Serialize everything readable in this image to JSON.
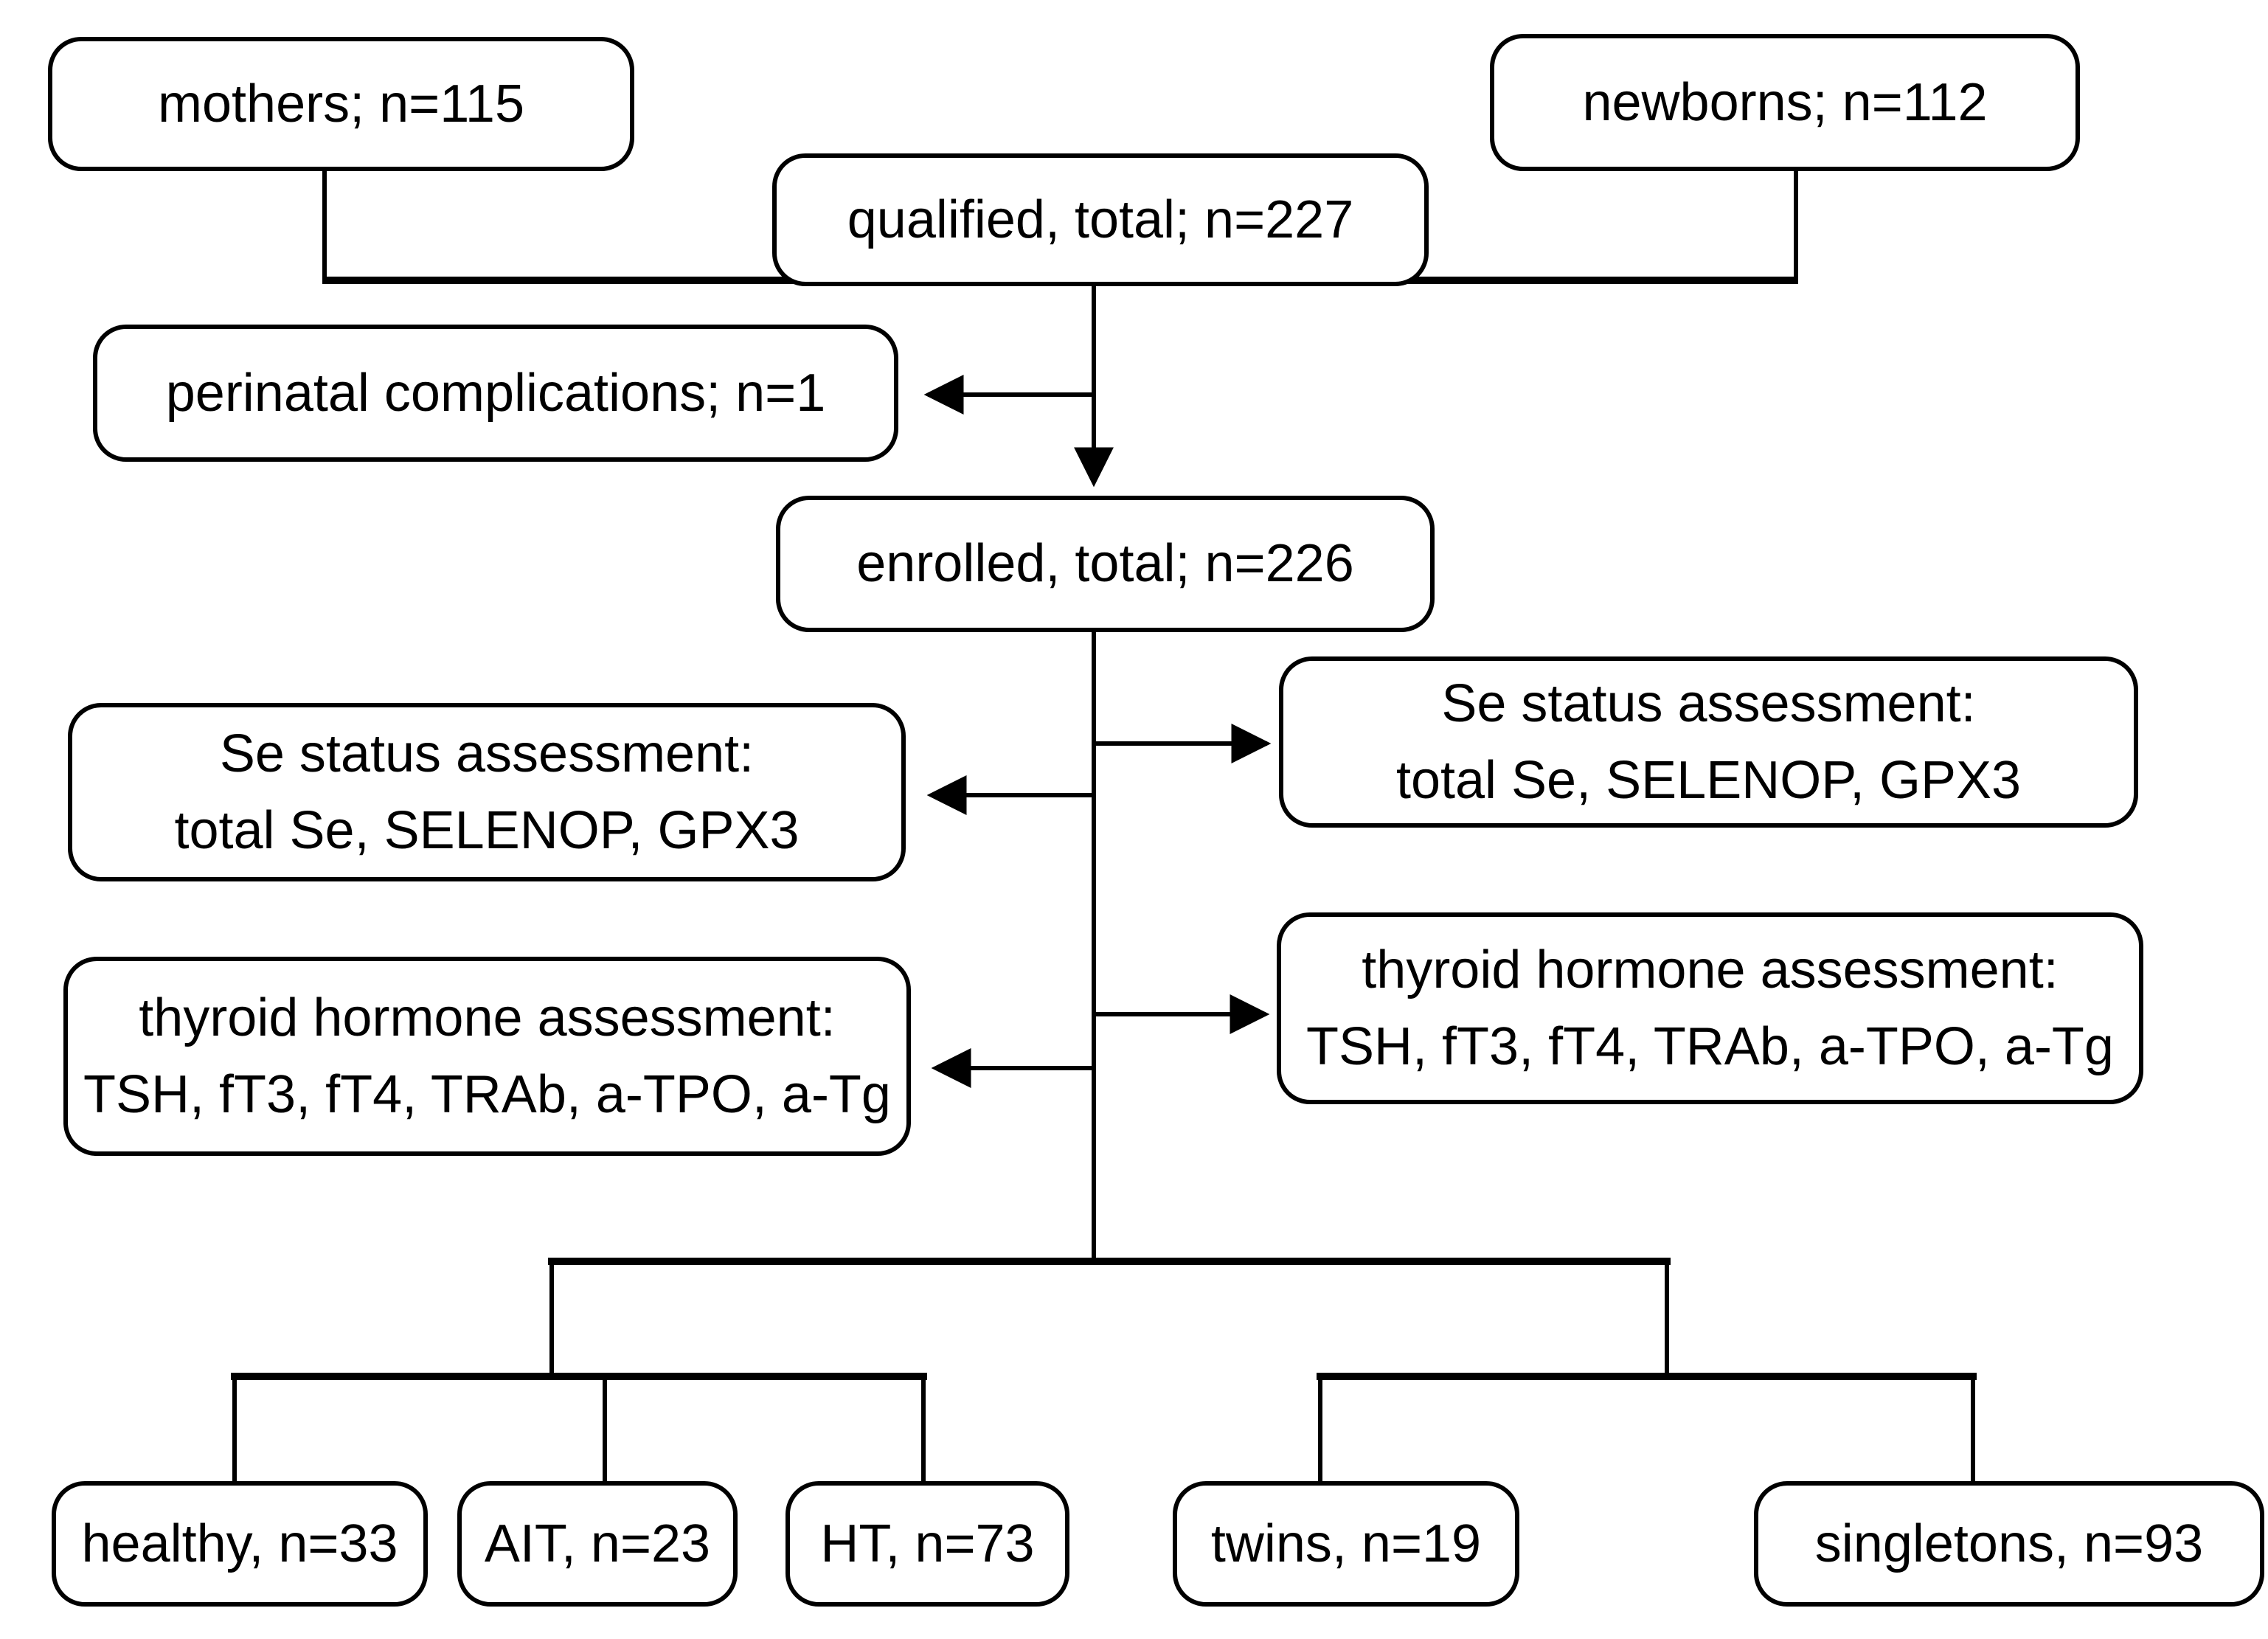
{
  "flowchart": {
    "colors": {
      "stroke": "#000000",
      "background": "#ffffff",
      "text": "#000000"
    },
    "nodes": {
      "mothers": {
        "label": "mothers; n=115"
      },
      "newborns": {
        "label": "newborns; n=112"
      },
      "qualified": {
        "label": "qualified, total; n=227"
      },
      "perinatal": {
        "label": "perinatal complications; n=1"
      },
      "enrolled": {
        "label": "enrolled, total; n=226"
      },
      "se_left": {
        "line1": "Se status assessment:",
        "line2": "total Se, SELENOP, GPX3"
      },
      "se_right": {
        "line1": "Se status assessment:",
        "line2": "total Se, SELENOP, GPX3"
      },
      "thyroid_left": {
        "line1": "thyroid hormone assessment:",
        "line2": "TSH, fT3, fT4, TRAb, a-TPO, a-Tg"
      },
      "thyroid_right": {
        "line1": "thyroid hormone assessment:",
        "line2": "TSH, fT3, fT4, TRAb, a-TPO, a-Tg"
      },
      "healthy": {
        "label": "healthy, n=33"
      },
      "ait": {
        "label": "AIT, n=23"
      },
      "ht": {
        "label": "HT, n=73"
      },
      "twins": {
        "label": "twins, n=19"
      },
      "singletons": {
        "label": "singletons, n=93"
      }
    }
  }
}
